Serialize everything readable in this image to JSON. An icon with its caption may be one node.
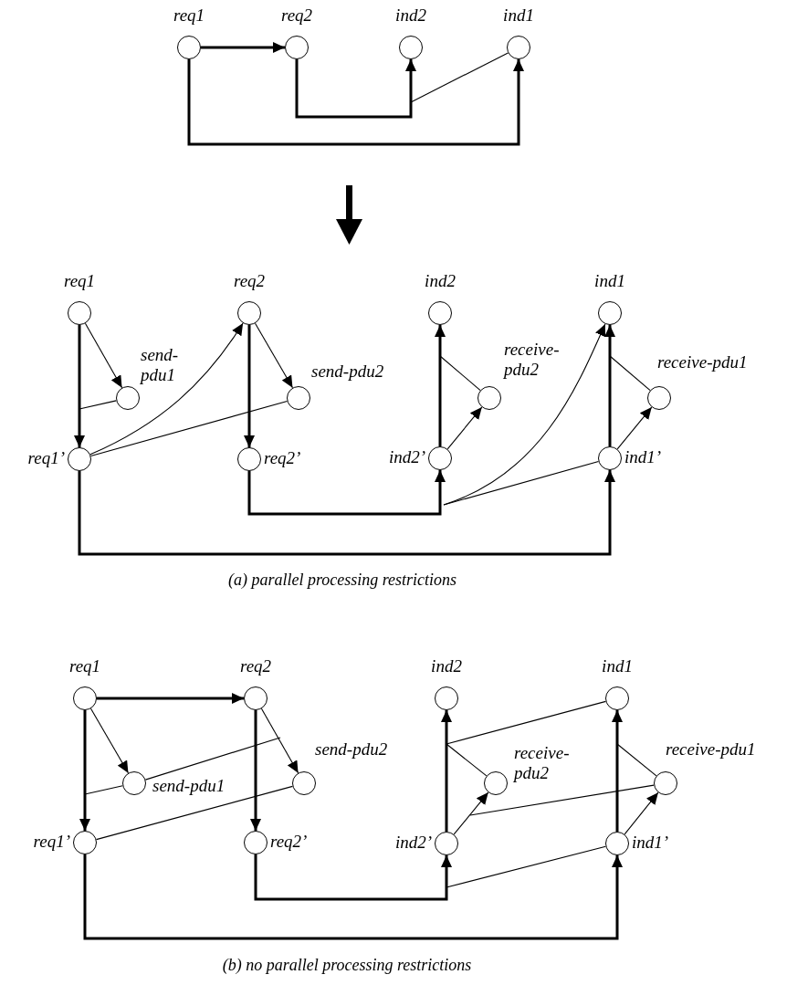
{
  "diagram": {
    "nodes": [
      {
        "text": [
          "req1"
        ]
      },
      {
        "text": [
          "req2"
        ]
      },
      {
        "text": [
          "ind2"
        ]
      },
      {
        "text": [
          "ind1"
        ]
      },
      {
        "text": [
          "req1"
        ]
      },
      {
        "text": [
          "req2"
        ]
      },
      {
        "text": [
          "ind2"
        ]
      },
      {
        "text": [
          "ind1"
        ]
      },
      {
        "text": [
          "send-pdu1"
        ]
      },
      {
        "text": [
          "send-pdu2"
        ]
      },
      {
        "text": [
          "receive-pdu2"
        ]
      },
      {
        "text": [
          "receive-pdu1"
        ]
      },
      {
        "text": [
          "req1’"
        ]
      },
      {
        "text": [
          "req2’"
        ]
      },
      {
        "text": [
          "ind2’"
        ]
      },
      {
        "text": [
          "ind1’"
        ]
      },
      {
        "text": [
          "req1"
        ]
      },
      {
        "text": [
          "req2"
        ]
      },
      {
        "text": [
          "ind2"
        ]
      },
      {
        "text": [
          "ind1"
        ]
      },
      {
        "text": [
          "send-pdu1"
        ]
      },
      {
        "text": [
          "send-pdu2"
        ]
      },
      {
        "text": [
          "receive-pdu2"
        ]
      },
      {
        "text": [
          "receive-pdu1"
        ]
      },
      {
        "text": [
          "req1’"
        ]
      },
      {
        "text": [
          "req2’"
        ]
      },
      {
        "text": [
          "ind2’"
        ]
      },
      {
        "text": [
          "ind1’"
        ]
      }
    ],
    "edges": [
      {
        "from": 0,
        "to": 1,
        "arrow": "to",
        "style": "thick"
      },
      {
        "from": 1,
        "to": 2,
        "arrow": "to",
        "style": "thick"
      },
      {
        "from": 0,
        "to": 3,
        "arrow": "to",
        "style": "thick"
      },
      {
        "from": 3,
        "to": null,
        "arrow": "none"
      },
      {
        "from": 4,
        "to": 12,
        "arrow": "to",
        "style": "thick"
      },
      {
        "from": 4,
        "to": 8,
        "arrow": "to"
      },
      {
        "from": 8,
        "to": null,
        "arrow": "none"
      },
      {
        "from": 12,
        "to": 5,
        "arrow": "to"
      },
      {
        "from": 5,
        "to": 13,
        "arrow": "to",
        "style": "thick"
      },
      {
        "from": 5,
        "to": 9,
        "arrow": "to"
      },
      {
        "from": 9,
        "to": 12,
        "arrow": "none"
      },
      {
        "from": 13,
        "to": 14,
        "arrow": "to",
        "style": "thick"
      },
      {
        "from": 12,
        "to": 15,
        "arrow": "to",
        "style": "thick"
      },
      {
        "from": 14,
        "to": 6,
        "arrow": "to",
        "style": "thick"
      },
      {
        "from": 14,
        "to": 10,
        "arrow": "to"
      },
      {
        "from": 10,
        "to": null,
        "arrow": "none"
      },
      {
        "from": 15,
        "to": 7,
        "arrow": "to",
        "style": "thick"
      },
      {
        "from": 15,
        "to": 11,
        "arrow": "to"
      },
      {
        "from": 11,
        "to": null,
        "arrow": "none"
      },
      {
        "from": null,
        "to": 7,
        "arrow": "to"
      },
      {
        "from": 15,
        "to": null,
        "arrow": "none"
      },
      {
        "from": 16,
        "to": 17,
        "arrow": "to",
        "style": "thick"
      },
      {
        "from": 16,
        "to": 24,
        "arrow": "to",
        "style": "thick"
      },
      {
        "from": 16,
        "to": 20,
        "arrow": "to"
      },
      {
        "from": 20,
        "to": null,
        "arrow": "none"
      },
      {
        "from": 20,
        "to": null,
        "arrow": "none"
      },
      {
        "from": 17,
        "to": 25,
        "arrow": "to",
        "style": "thick"
      },
      {
        "from": 17,
        "to": 21,
        "arrow": "to"
      },
      {
        "from": 21,
        "to": 24,
        "arrow": "none"
      },
      {
        "from": 25,
        "to": 26,
        "arrow": "to",
        "style": "thick"
      },
      {
        "from": 24,
        "to": 27,
        "arrow": "to",
        "style": "thick"
      },
      {
        "from": 26,
        "to": 18,
        "arrow": "to",
        "style": "thick"
      },
      {
        "from": 26,
        "to": 22,
        "arrow": "to"
      },
      {
        "from": 22,
        "to": null,
        "arrow": "none"
      },
      {
        "from": 19,
        "to": null,
        "arrow": "none"
      },
      {
        "from": 27,
        "to": 19,
        "arrow": "to",
        "style": "thick"
      },
      {
        "from": 27,
        "to": 23,
        "arrow": "to"
      },
      {
        "from": 23,
        "to": null,
        "arrow": "none"
      },
      {
        "from": 23,
        "to": null,
        "arrow": "none"
      },
      {
        "from": 27,
        "to": null,
        "arrow": "none"
      }
    ],
    "labels": [
      "(a) parallel processing restrictions",
      "(b) no parallel processing restrictions"
    ]
  }
}
